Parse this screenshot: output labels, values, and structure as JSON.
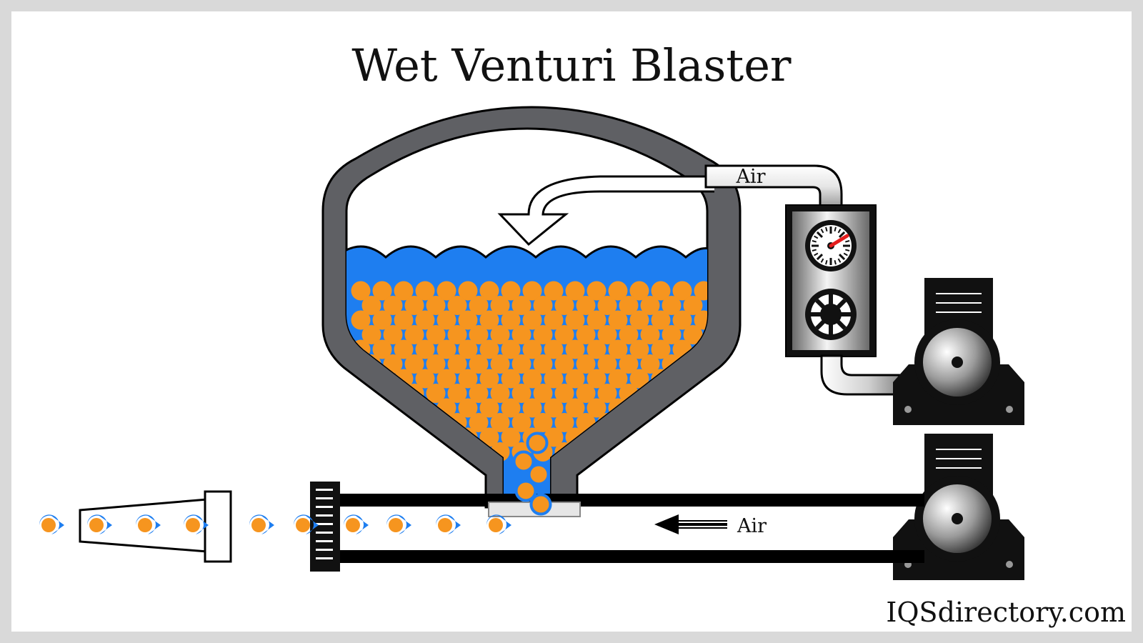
{
  "diagram": {
    "title": "Wet Venturi Blaster",
    "labels": {
      "air_supply": "Air",
      "air_flow": "Air"
    },
    "brand": "IQSdirectory.com"
  },
  "colors": {
    "background": "#ffffff",
    "frame": "#d9d9d9",
    "vessel_wall": "#5f6064",
    "water": "#1e7ef0",
    "media": "#f6951f",
    "line": "#000000",
    "gauge_needle": "#e41d1d"
  }
}
